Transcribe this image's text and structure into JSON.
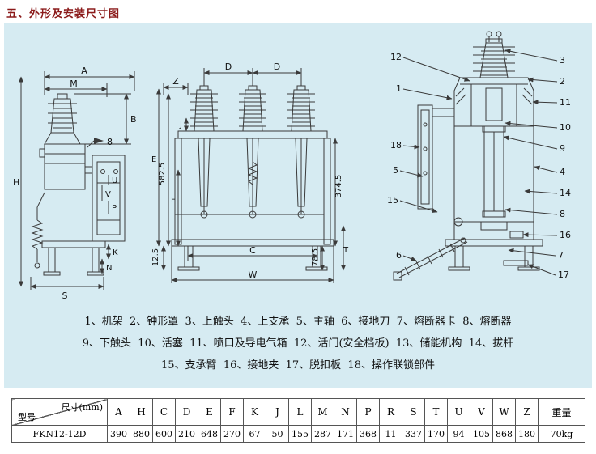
{
  "page": {
    "title": "五、外形及安装尺寸图"
  },
  "diagrams": {
    "left": {
      "dims": {
        "A": "A",
        "M": "M",
        "H": "H",
        "B": "B",
        "n8": "8",
        "U": "U",
        "V": "V",
        "P": "P",
        "K": "K",
        "N": "N",
        "S": "S"
      }
    },
    "middle": {
      "dims": {
        "D1": "D",
        "D2": "D",
        "Z": "Z",
        "J": "J",
        "E": "E",
        "v582": "582.5",
        "F": "F",
        "v374": "374.5",
        "v125": "12.5",
        "C": "C",
        "v785": "78.5",
        "T": "T",
        "W": "W"
      }
    },
    "right": {
      "callouts_left": [
        "12",
        "1",
        "18",
        "5",
        "15",
        "6"
      ],
      "callouts_right": [
        "3",
        "2",
        "11",
        "10",
        "9",
        "4",
        "14",
        "8",
        "16",
        "7",
        "17"
      ]
    }
  },
  "legend": {
    "line1": "1、机架  2、钟形罩  3、上触头  4、上支承  5、主轴  6、接地刀  7、熔断器卡  8、熔断器",
    "line2": "9、下触头  10、活塞  11、喷口及导电气箱  12、活门(安全档板)  13、储能机构  14、拔杆",
    "line3": "15、支承臂  16、接地夹  17、脱扣板  18、操作联锁部件"
  },
  "table": {
    "corner_top": "尺寸(mm)",
    "corner_bottom": "型号",
    "columns": [
      "A",
      "H",
      "C",
      "D",
      "E",
      "F",
      "K",
      "J",
      "L",
      "M",
      "N",
      "P",
      "R",
      "S",
      "T",
      "U",
      "V",
      "W",
      "Z",
      "重量"
    ],
    "row": {
      "model": "FKN12-12D",
      "values": [
        "390",
        "880",
        "600",
        "210",
        "648",
        "270",
        "67",
        "50",
        "155",
        "287",
        "171",
        "368",
        "11",
        "337",
        "170",
        "94",
        "105",
        "868",
        "180",
        "70kg"
      ]
    }
  }
}
